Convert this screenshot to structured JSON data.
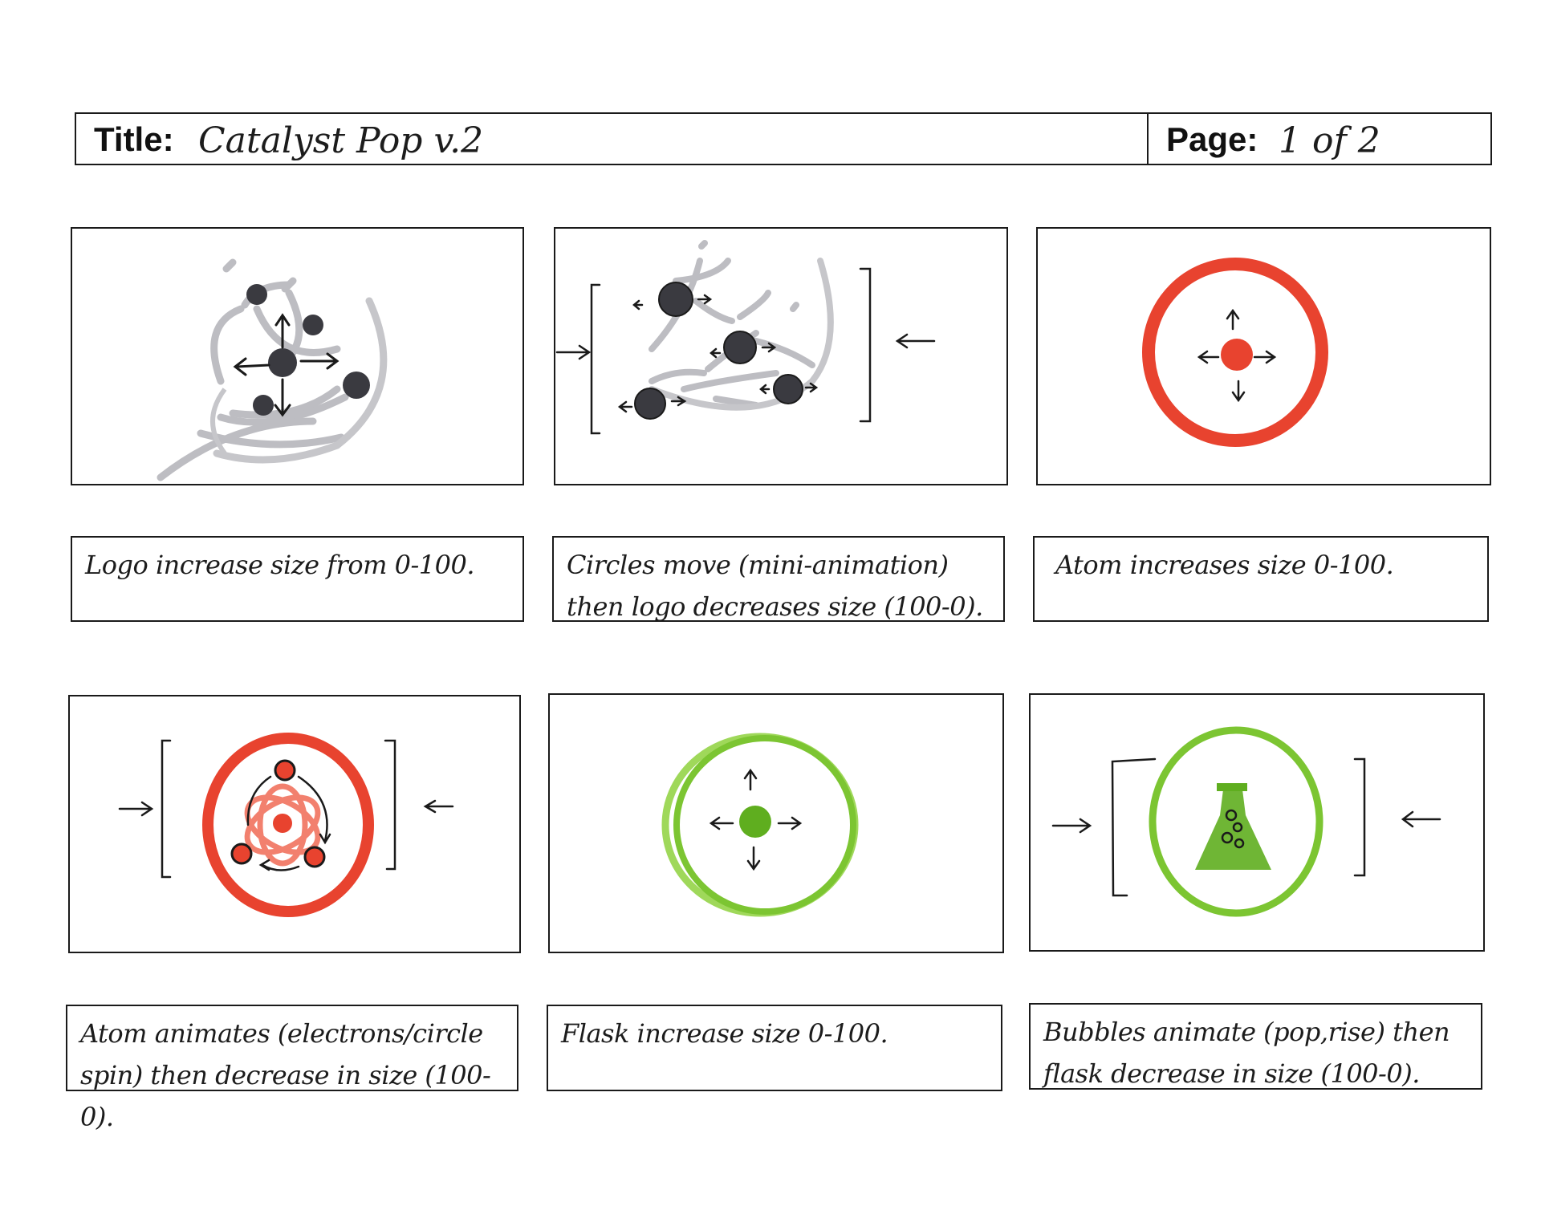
{
  "header": {
    "title_label": "Title:",
    "title_value": "Catalyst Pop v.2",
    "page_label": "Page:",
    "page_value": "1 of 2"
  },
  "panels": [
    {
      "caption": "Logo increase size from 0-100.",
      "scene": "logo-expand"
    },
    {
      "caption": "Circles move (mini-animation) then logo decreases size (100-0).",
      "scene": "logo-contract"
    },
    {
      "caption": "Atom increases size 0-100.",
      "scene": "atom-expand"
    },
    {
      "caption": "Atom animates (electrons/circle spin) then decrease in size (100-0).",
      "scene": "atom-contract"
    },
    {
      "caption": "Flask increase size 0-100.",
      "scene": "flask-expand"
    },
    {
      "caption": "Bubbles animate (pop,rise) then flask decrease in size (100-0).",
      "scene": "flask-contract"
    }
  ],
  "colors": {
    "ink": "#1a1a1a",
    "logo_gray": "#bdbdc2",
    "logo_dark": "#3a3a40",
    "atom_red": "#e8432f",
    "flask_green": "#7cc532"
  }
}
